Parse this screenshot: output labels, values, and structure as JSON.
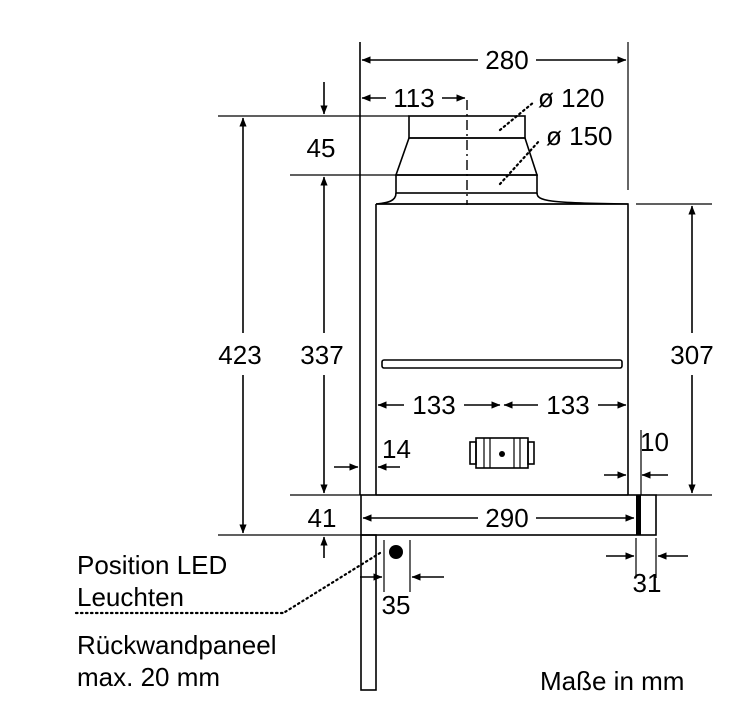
{
  "dimensions": {
    "overall_width": "280",
    "duct_offset": "113",
    "duct_inner_diameter": "ø 120",
    "duct_outer_diameter": "ø 150",
    "duct_height": "45",
    "total_height": "423",
    "body_height": "337",
    "front_height": "307",
    "half_width_left": "133",
    "half_width_right": "133",
    "left_gap": "14",
    "right_gap": "10",
    "panel_depth": "41",
    "visor_width": "290",
    "visor_offset": "31",
    "led_offset": "35"
  },
  "notes": {
    "led_line1": "Position LED",
    "led_line2": "Leuchten",
    "panel_line1": "Rückwandpaneel",
    "panel_line2": "max. 20 mm",
    "units": "Maße in mm"
  }
}
